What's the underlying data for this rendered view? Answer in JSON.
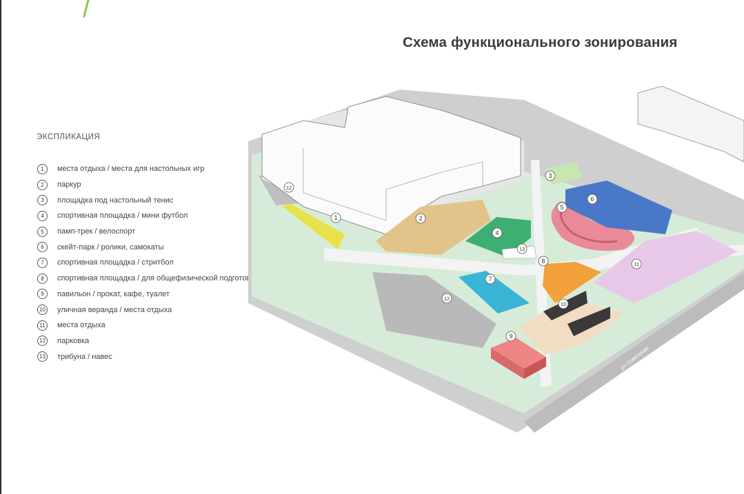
{
  "title": "Схема функционального зонирования",
  "legend": {
    "title": "ЭКСПЛИКАЦИЯ",
    "items": [
      {
        "num": "1",
        "label": "места отдыха / места  для настольных игр"
      },
      {
        "num": "2",
        "label": "паркур"
      },
      {
        "num": "3",
        "label": "площадка под настольный тенис"
      },
      {
        "num": "4",
        "label": "спортивная площадка / мини футбол"
      },
      {
        "num": "5",
        "label": "памп-трек / велоспорт"
      },
      {
        "num": "6",
        "label": "скейт-парк / ролики, самокаты"
      },
      {
        "num": "7",
        "label": "спортивная площадка  / стритбол"
      },
      {
        "num": "8",
        "label": "спортивная площадка / для общефизической подготовки"
      },
      {
        "num": "9",
        "label": "павильон / прокат, кафе, туалет"
      },
      {
        "num": "10",
        "label": "уличная веранда / места отдыха"
      },
      {
        "num": "11",
        "label": "места отдыха"
      },
      {
        "num": "12",
        "label": "парковка"
      },
      {
        "num": "13",
        "label": "трибуна / навес"
      }
    ]
  },
  "map": {
    "street_label": "ул.Советская",
    "markers": [
      "1",
      "2",
      "3",
      "4",
      "5",
      "6",
      "7",
      "8",
      "9",
      "10",
      "11",
      "12",
      "12",
      "13"
    ]
  },
  "colors": {
    "accent": "#8cc63f",
    "lawn": "#d6ecd9",
    "path": "#f2f2f2",
    "road": "#c9c9c9",
    "zone_yellow": "#e8e24a",
    "zone_parkour": "#e2c48a",
    "zone_football": "#3fae73",
    "zone_pumptrack": "#e98a98",
    "zone_skate": "#4a78c8",
    "zone_streetball": "#3ab5d6",
    "zone_workout": "#f2a13b",
    "zone_veranda": "#f2dcc4",
    "zone_pavilion": "#f08585",
    "zone_rest": "#e8c8e8"
  }
}
